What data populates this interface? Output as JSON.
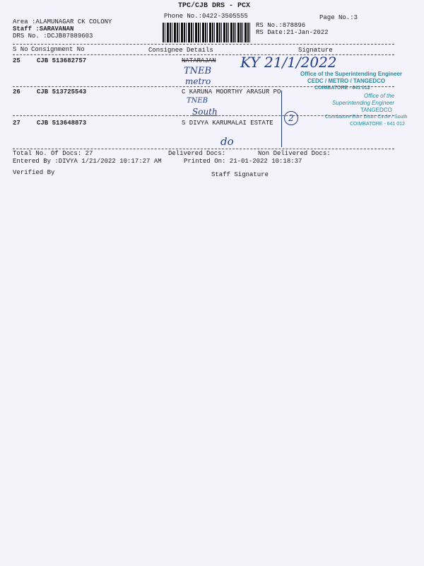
{
  "header": {
    "title": "TPC/CJB  DRS - PCX",
    "phone": "Phone No.:0422-3505555",
    "page_no": "Page No.:3",
    "area": "Area :ALAMUNAGAR CK COLONY",
    "staff": "Staff :SARAVANAN",
    "drs_no": "DRS No. :DCJB87889603",
    "rs_no": "RS No.:878896",
    "rs_date": "RS Date:21-Jan-2022"
  },
  "columns": {
    "sno": "S No",
    "consignment": "Consignment No",
    "consignee": "Consignee Details",
    "signature": "Signature"
  },
  "rows": [
    {
      "sno": "25",
      "consignment": "CJB 513682757",
      "consignee": "NATARAJAN"
    },
    {
      "sno": "26",
      "consignment": "CJB 513725543",
      "consignee": "C KARUNA MOORTHY ARASUR PO"
    },
    {
      "sno": "27",
      "consignment": "CJB 513648873",
      "consignee": "S DIVYA KARUMALAI ESTATE"
    }
  ],
  "footer": {
    "total_docs": "Total No. Of Docs:  27",
    "delivered": "Delivered Docs:",
    "non_delivered": "Non Delivered Docs:",
    "entered_by": "Entered By :DIVYA 1/21/2022 10:17:27 AM",
    "printed_on": "Printed On: 21-01-2022 10:18:37",
    "verified_by": "Verified By",
    "staff_signature": "Staff Signature"
  },
  "handwriting": {
    "tneb1": "TNEB",
    "sig_date": "KY 21/1/2022",
    "metro": "metro",
    "tneb2": "TNEB",
    "south": "South",
    "circle_num": "2",
    "do": "do"
  },
  "stamps": {
    "line1": "Office of the Superintending Engineer",
    "line2": "CEDC / METRO / TANGEDCO",
    "line3": "COIMBATORE - 641 012",
    "line4": "Office of the",
    "line5": "Superintending Engineer",
    "line6": "TANGEDCO",
    "line7": "Coimbatore Edn. Distn. Circle / South",
    "line8": "COIMBATORE - 641 012"
  }
}
